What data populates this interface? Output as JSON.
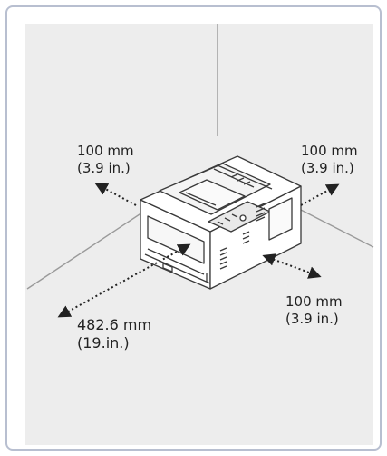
{
  "clearances": {
    "left": {
      "line1": "100 mm",
      "line2": "(3.9 in.)"
    },
    "right": {
      "line1": "100 mm",
      "line2": "(3.9 in.)"
    },
    "side": {
      "line1": "100 mm",
      "line2": "(3.9 in.)"
    },
    "front": {
      "line1": "482.6 mm",
      "line2": "(19.in.)"
    }
  },
  "colors": {
    "panel": "#ededed",
    "frame": "#b8bfd0",
    "wall_line": "#9a9a9a",
    "printer_outline": "#3a3a3a",
    "arrow": "#222222"
  }
}
